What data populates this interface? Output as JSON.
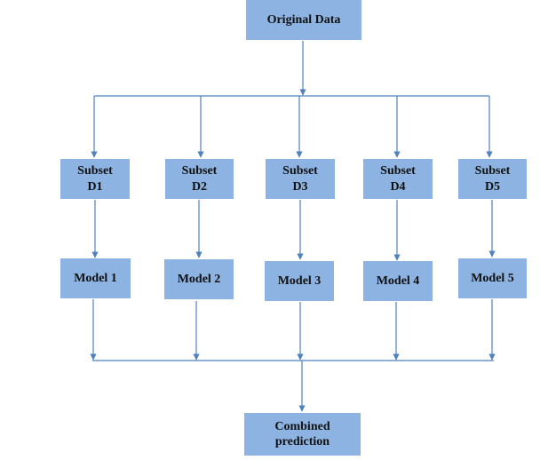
{
  "diagram": {
    "source": "Original Data",
    "subsets": [
      {
        "label": "Subset\nD1"
      },
      {
        "label": "Subset\nD2"
      },
      {
        "label": "Subset\nD3"
      },
      {
        "label": "Subset\nD4"
      },
      {
        "label": "Subset\nD5"
      }
    ],
    "models": [
      {
        "label": "Model 1"
      },
      {
        "label": "Model 2"
      },
      {
        "label": "Model 3"
      },
      {
        "label": "Model 4"
      },
      {
        "label": "Model 5"
      }
    ],
    "output": "Combined\nprediction"
  },
  "colors": {
    "box_fill": "#8db3e2",
    "connector": "#4f81bd",
    "text": "#111111"
  }
}
